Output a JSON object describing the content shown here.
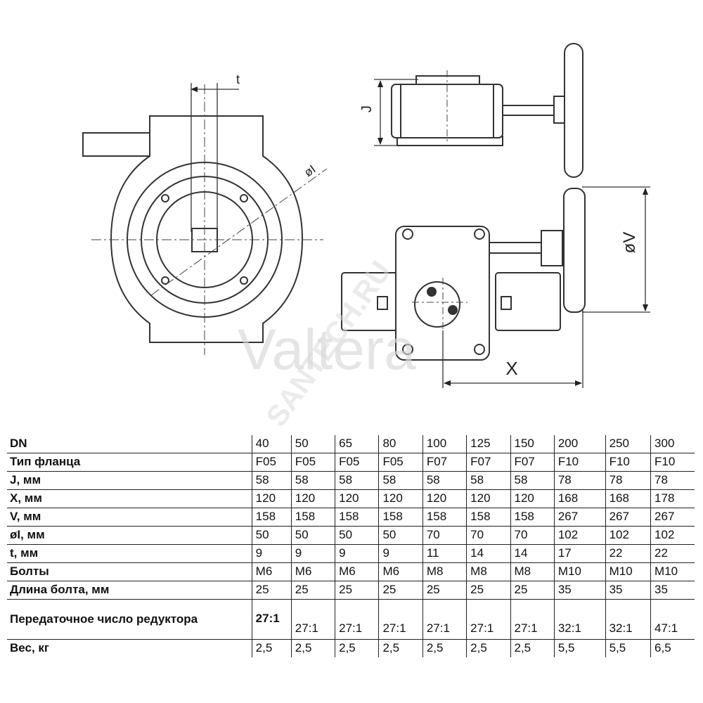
{
  "drawing": {
    "dim_labels": {
      "t": "t",
      "phi_i": "øI",
      "j": "J",
      "v": "øV",
      "x": "X"
    },
    "watermarks": {
      "brand": "Valtera",
      "site": "SANTECH.RU"
    }
  },
  "table": {
    "rows": [
      {
        "label": "DN",
        "values": [
          "40",
          "50",
          "65",
          "80",
          "100",
          "125",
          "150",
          "200",
          "250",
          "300"
        ]
      },
      {
        "label": "Тип фланца",
        "values": [
          "F05",
          "F05",
          "F05",
          "F05",
          "F07",
          "F07",
          "F07",
          "F10",
          "F10",
          "F10"
        ]
      },
      {
        "label": "J, мм",
        "values": [
          "58",
          "58",
          "58",
          "58",
          "58",
          "58",
          "58",
          "78",
          "78",
          "78"
        ]
      },
      {
        "label": "X, мм",
        "values": [
          "120",
          "120",
          "120",
          "120",
          "120",
          "120",
          "120",
          "168",
          "168",
          "178"
        ]
      },
      {
        "label": "V, мм",
        "values": [
          "158",
          "158",
          "158",
          "158",
          "158",
          "158",
          "158",
          "267",
          "267",
          "267"
        ]
      },
      {
        "label": "øI, мм",
        "values": [
          "50",
          "50",
          "50",
          "50",
          "70",
          "70",
          "70",
          "102",
          "102",
          "102"
        ]
      },
      {
        "label": "t, мм",
        "values": [
          "9",
          "9",
          "9",
          "9",
          "11",
          "14",
          "14",
          "17",
          "22",
          "22"
        ]
      },
      {
        "label": "Болты",
        "values": [
          "M6",
          "M6",
          "M6",
          "M6",
          "M8",
          "M8",
          "M8",
          "M10",
          "M10",
          "M10"
        ]
      },
      {
        "label": "Длина болта, мм",
        "values": [
          "25",
          "25",
          "25",
          "25",
          "25",
          "25",
          "25",
          "35",
          "35",
          "35"
        ]
      },
      {
        "label": "Передаточное число редуктора",
        "values": [
          "27:1",
          "27:1",
          "27:1",
          "27:1",
          "27:1",
          "27:1",
          "27:1",
          "32:1",
          "32:1",
          "47:1"
        ]
      },
      {
        "label": "Вес, кг",
        "values": [
          "2,5",
          "2,5",
          "2,5",
          "2,5",
          "2,5",
          "2,5",
          "2,5",
          "5,5",
          "5,5",
          "6,5"
        ]
      }
    ]
  }
}
